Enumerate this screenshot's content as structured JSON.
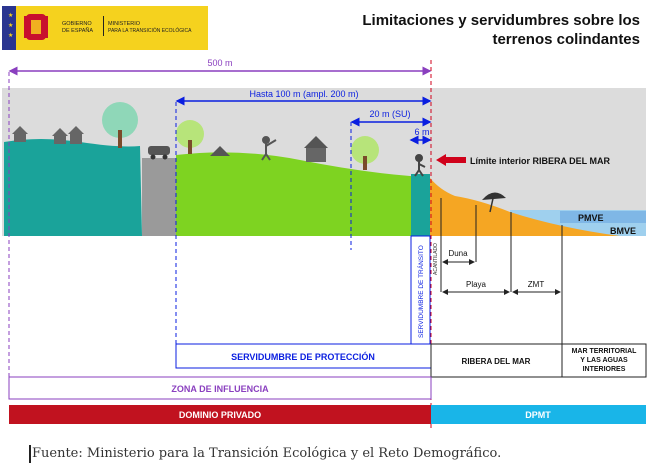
{
  "header": {
    "title_line1": "Limitaciones y servidumbres sobre los",
    "title_line2": "terrenos colindantes",
    "logo_text_left1": "GOBIERNO",
    "logo_text_left2": "DE ESPAÑA",
    "logo_text_right1": "MINISTERIO",
    "logo_text_right2": "PARA LA TRANSICIÓN ECOLÓGICA",
    "logo_color": "#f5d21e"
  },
  "distances": {
    "d500": "500 m",
    "d100": "Hasta 100 m (ampl. 200 m)",
    "d20": "20 m (SU)",
    "d6": "6 m"
  },
  "limit_label": "Límite interior  RIBERA DEL MAR",
  "sea": {
    "pmve": "PMVE",
    "bmve": "BMVE"
  },
  "beach": {
    "duna": "Duna",
    "playa": "Playa",
    "zmt": "ZMT",
    "acantilado": "ACANTILADO",
    "transito": "SERVIDUMBRE DE TRÁNSITO"
  },
  "zones": {
    "proteccion": "SERVIDUMBRE DE PROTECCIÓN",
    "ribera": "RIBERA DEL MAR",
    "mar_line1": "MAR TERRITORIAL",
    "mar_line2": "Y LAS AGUAS",
    "mar_line3": "INTERIORES",
    "influencia": "ZONA DE INFLUENCIA",
    "dominio": "DOMINIO PRIVADO",
    "dpmt": "DPMT"
  },
  "caption": "Fuente: Ministerio para la Transición Ecológica y el Reto Demográfico.",
  "colors": {
    "violet": "#8a3fbf",
    "blue": "#0a1ee0",
    "red": "#d0021b",
    "teal": "#1aa39a",
    "green": "#7ed321",
    "sand": "#f5a623",
    "sea": "#9fd0ee",
    "dpmt": "#19b5e8"
  }
}
